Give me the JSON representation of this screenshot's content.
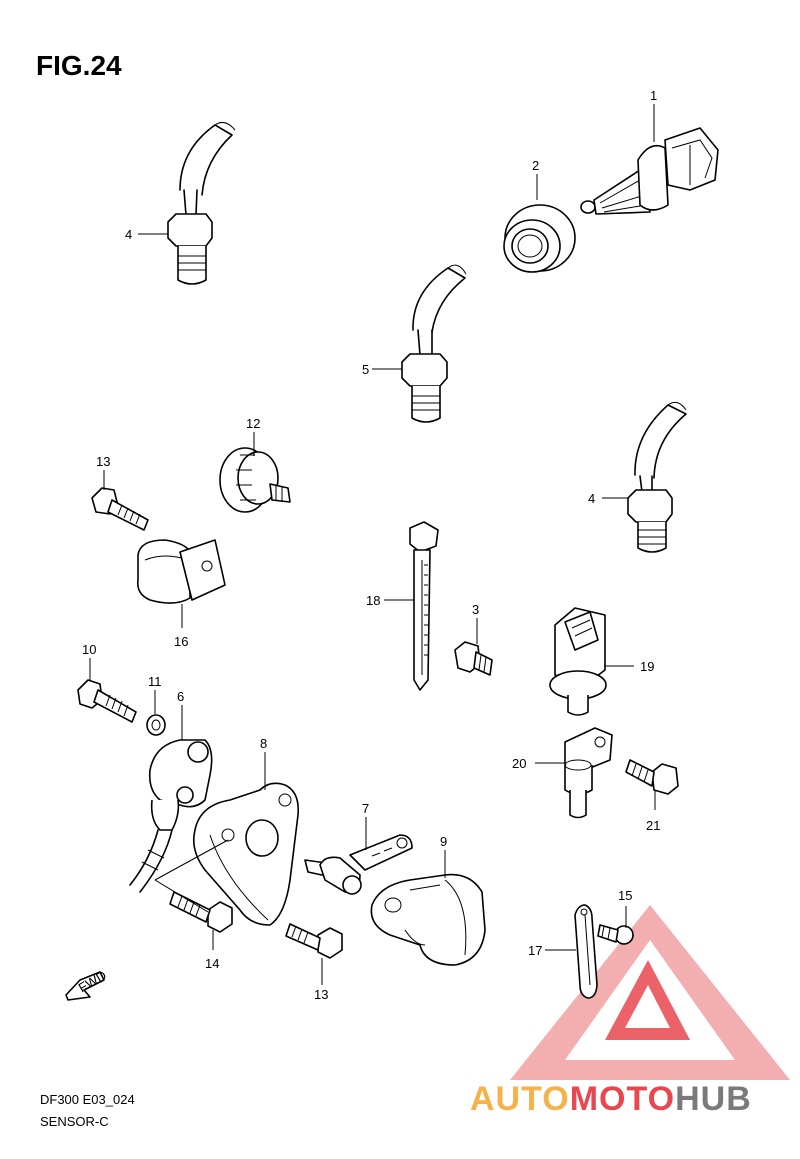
{
  "figure": {
    "title": "FIG.24",
    "footer_code": "DF300 E03_024",
    "footer_name": "SENSOR-C",
    "fwd_label": "FWD"
  },
  "watermark": {
    "part1": "AUTO",
    "part2": "MOTO",
    "part3": "HUB",
    "color1": "#f5b24a",
    "color2": "#e8474f",
    "color3": "#7a7a7a"
  },
  "callouts": [
    "1",
    "2",
    "4",
    "5",
    "12",
    "13",
    "4",
    "18",
    "3",
    "19",
    "16",
    "10",
    "11",
    "6",
    "8",
    "7",
    "9",
    "20",
    "21",
    "15",
    "17",
    "14",
    "13"
  ]
}
